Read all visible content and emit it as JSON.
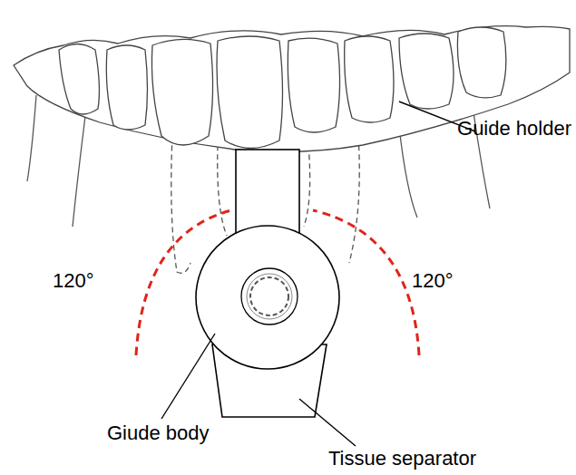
{
  "diagram": {
    "labels": [
      "Guide holder",
      "120°",
      "120°",
      "Giude body",
      "Tissue separator"
    ]
  }
}
